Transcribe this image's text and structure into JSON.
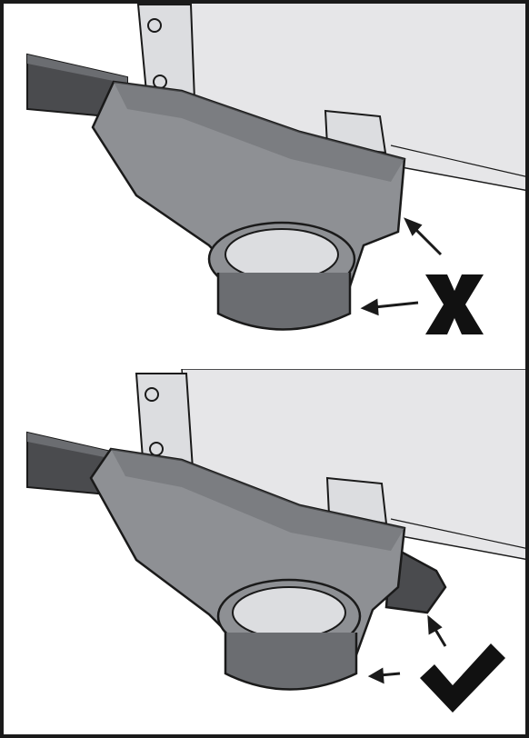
{
  "figure": {
    "panels": [
      {
        "id": "incorrect",
        "mark_icon": "x-cross-icon",
        "mark_meaning": "incorrect",
        "mark_text": "X"
      },
      {
        "id": "correct",
        "mark_icon": "checkmark-icon",
        "mark_meaning": "correct"
      }
    ],
    "colors": {
      "background": "#ffffff",
      "wall_gray": "#e6e6e8",
      "bracket_light": "#dcdde0",
      "bracket_mid": "#8e9094",
      "bracket_dark": "#6b6d71",
      "rail_dark": "#4a4b4e",
      "outline": "#1a1a1a"
    }
  }
}
